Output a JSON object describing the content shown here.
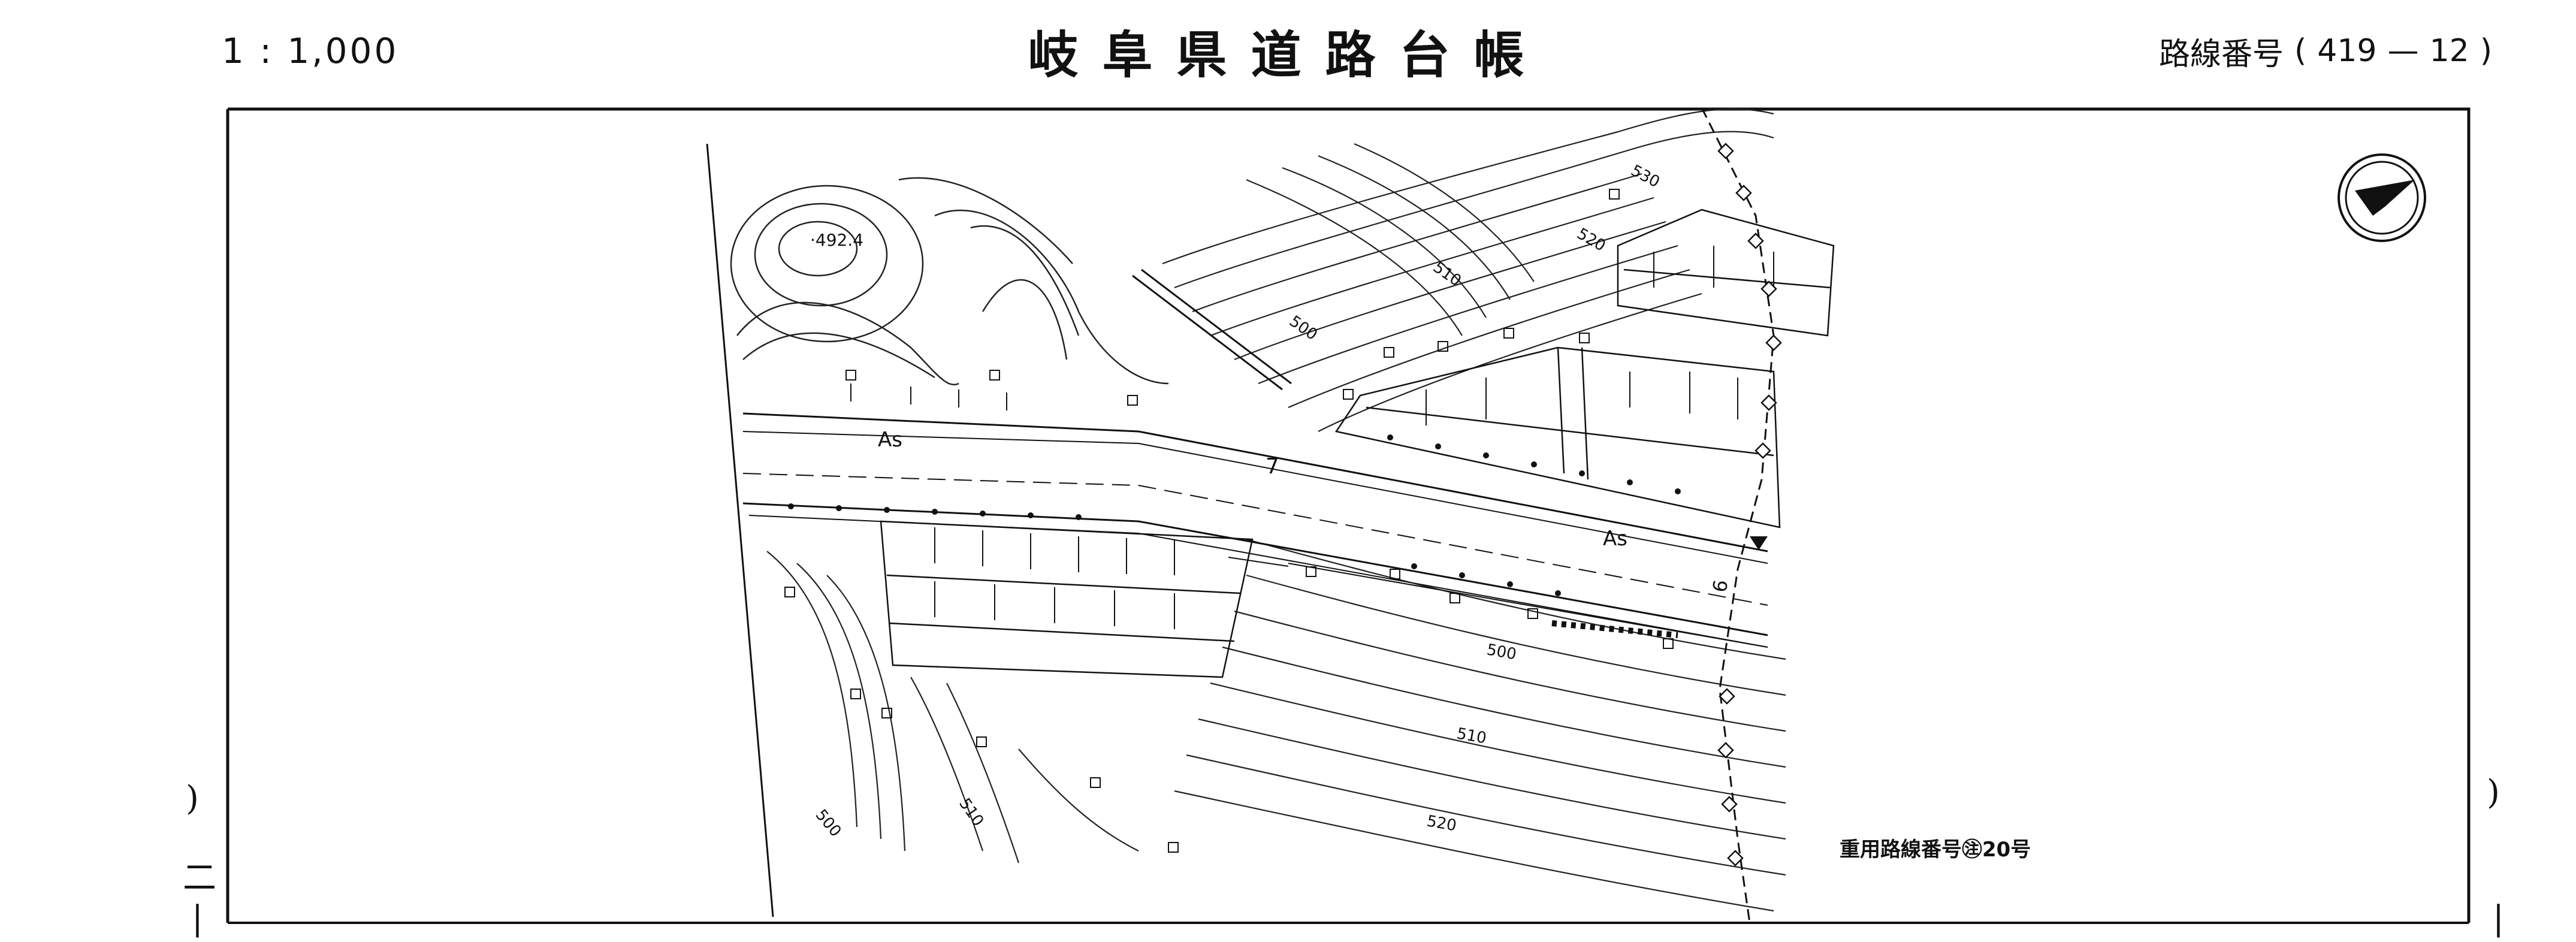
{
  "header": {
    "scale": "1 : 1,000",
    "title": "岐阜県道路台帳",
    "route_label": "路線番号",
    "route_open": "(",
    "route_number": "419",
    "route_dash": "—",
    "route_sheet": "12",
    "route_close": ")"
  },
  "map": {
    "elevation_point": "·492.4",
    "pavement_labels": [
      "As",
      "As"
    ],
    "contour_labels": [
      "530",
      "520",
      "510",
      "500",
      "500",
      "510",
      "520",
      "500",
      "510"
    ],
    "station_marks": [
      "7",
      "6"
    ],
    "overlap_route": "重用路線番号㊟20号",
    "north_arrow": "north-arrow-icon"
  },
  "margins": {
    "left_marks": [
      ")",
      "二",
      "|"
    ],
    "right_marks": [
      ")",
      "|"
    ]
  },
  "colors": {
    "ink": "#111111",
    "paper": "#ffffff"
  }
}
